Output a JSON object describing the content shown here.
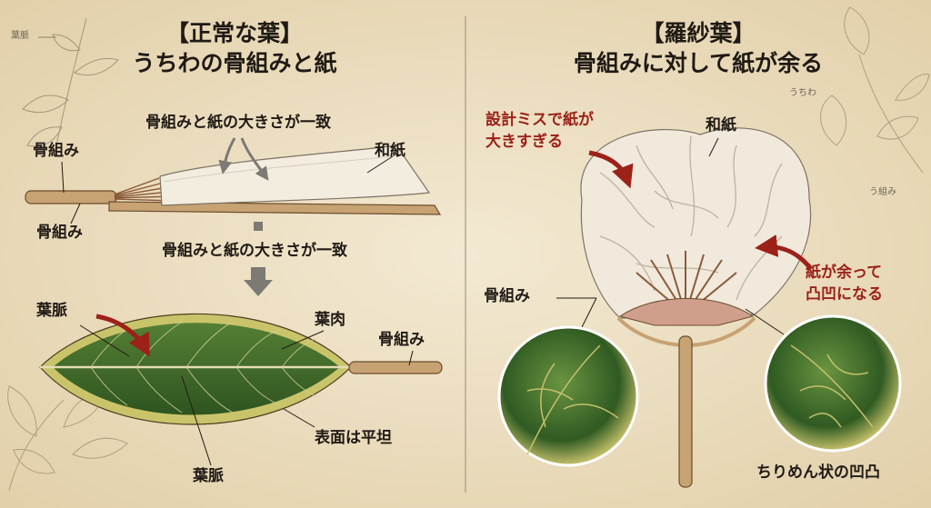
{
  "left_panel": {
    "title_line1": "【正常な葉】",
    "title_line2": "うちわの骨組みと紙",
    "label_match_top": "骨組みと紙の大きさが一致",
    "label_washi": "和紙",
    "label_frame_upper": "骨組み",
    "label_frame_lower": "骨組み",
    "label_match_middle": "骨組みと紙の大きさが一致",
    "label_vein_upper": "葉脈",
    "label_mesophyll": "葉肉",
    "label_frame_stem": "骨組み",
    "label_flat_surface": "表面は平坦",
    "label_vein_lower": "葉脈",
    "sketch_label": "葉脈"
  },
  "right_panel": {
    "title_line1": "【羅紗葉】",
    "title_line2": "骨組みに対して紙が余る",
    "label_design_error_line1": "設計ミスで紙が",
    "label_design_error_line2": "大きすぎる",
    "label_washi": "和紙",
    "label_excess_line1": "紙が余って",
    "label_excess_line2": "凸凹になる",
    "label_frame": "骨組み",
    "label_crinkle": "ちりめん状の凹凸",
    "sketch_label_uchiwa": "うちわ",
    "sketch_label_frame": "う組み"
  },
  "colors": {
    "background": "#efe3c8",
    "text": "#1f1a14",
    "accent_red": "#9c2119",
    "leaf_green": "#3f6b2a",
    "leaf_margin": "#c9c46a",
    "wood": "#c7a273",
    "paper": "#f3ede0"
  }
}
